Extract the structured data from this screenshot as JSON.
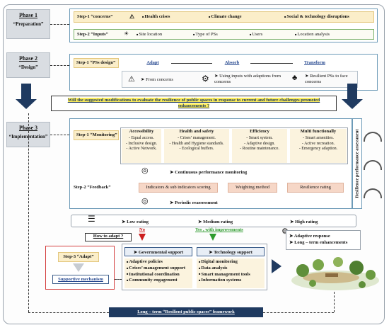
{
  "phases": {
    "p1": {
      "title": "Phase 1",
      "sub": "“Preparation”"
    },
    "p2": {
      "title": "Phase 2",
      "sub": "“Design”"
    },
    "p3": {
      "title": "Phase 3",
      "sub": "“Implementation”"
    }
  },
  "step1_concerns": {
    "label": "Step-1 “concerns”",
    "items": [
      "Health crises",
      "Climate change",
      "Social & technology disruptions"
    ]
  },
  "step2_inputs": {
    "label": "Step-2 “Inputs”",
    "items": [
      "Site location",
      "Type of PSs",
      "Users",
      "Location analysis"
    ]
  },
  "design": {
    "label": "Step-1 “PSs design”",
    "modes": [
      "Adapt",
      "Absorb",
      "Transform"
    ],
    "from_concerns": "From concerns",
    "using_inputs": "Using inputs with adaptions from concerns",
    "resilient": "Resilient PSs to face concerns"
  },
  "question": "Will the suggested modifications to evaluate the resilience of public spaces in response to current and future challenges promoted enhancements ?",
  "monitoring": {
    "label": "Step-1 “Monitoring”",
    "categories": [
      {
        "h": "Accessibility",
        "lines": [
          "- Equal access.",
          "- Inclusive design.",
          "- Active Network."
        ]
      },
      {
        "h": "Health and safety",
        "lines": [
          "- Crises’ management.",
          "- Health and Hygiene standards.",
          "- Ecological buffers."
        ]
      },
      {
        "h": "Efficiency",
        "lines": [
          "- Smart system.",
          "- Adaptive design.",
          "- Routine maintenance."
        ]
      },
      {
        "h": "Multi functionally",
        "lines": [
          "- Smart amenities.",
          "- Active recreation.",
          "- Emergency adaption."
        ]
      }
    ],
    "continuous": "Continuous performance monitoring"
  },
  "feedback": {
    "label": "Step-2 “Feedback”",
    "bars": [
      "Indicators & sub indicators scoring",
      "Weighting method",
      "Resilience rating"
    ],
    "periodic": "Periodic reassessment"
  },
  "side_label": "Resilience performance assessment",
  "ratings": {
    "low": "Low rating",
    "medium": "Medium rating",
    "high": "High rating"
  },
  "how": "How to adapt ?",
  "no": "No",
  "yes": "Yes , with improvements",
  "high_box": [
    "Adaptive response",
    "Long – term enhancements"
  ],
  "adapt": {
    "label": "Step-3 “Adapt”",
    "mechanism": "Supportive mechanism"
  },
  "gov": {
    "title": "Governmental support",
    "items": [
      "Adaptive policies",
      "Crises’ management support",
      "Institutional coordination",
      "Community engagement"
    ]
  },
  "tech": {
    "title": "Technology support",
    "items": [
      "Digital monitoring",
      "Data analysis",
      "Smart management tools",
      "Information systems"
    ]
  },
  "framework": "Long – term “Resilient public spaces” framework",
  "colors": {
    "phase_bg": "#d9dde2",
    "step_bar": "#fbeec9",
    "pink": "#f6d7c7",
    "navy": "#1f3a60",
    "green": "#2e9b2e",
    "red": "#cc1f1f"
  }
}
